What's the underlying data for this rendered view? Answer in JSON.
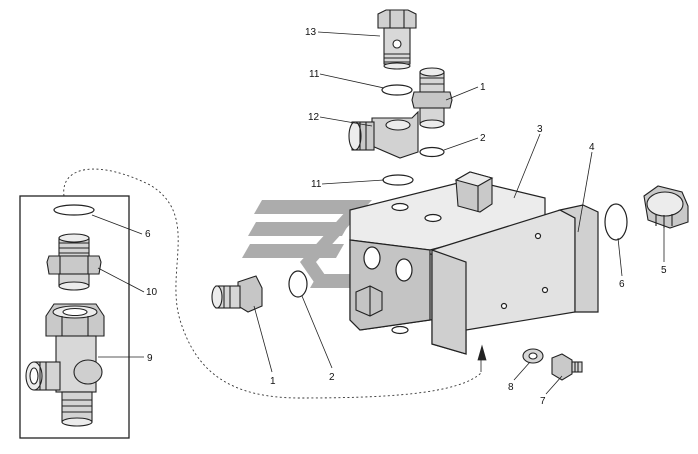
{
  "diagram": {
    "colors": {
      "line": "#1a1a1a",
      "metal_light": "#ececec",
      "metal_mid": "#c9c9c9",
      "metal_dark": "#8a8a8a",
      "watermark": "#9e9e9e"
    },
    "callouts": [
      {
        "id": "c13",
        "label": "13"
      },
      {
        "id": "c11a",
        "label": "11"
      },
      {
        "id": "c1a",
        "label": "1"
      },
      {
        "id": "c12",
        "label": "12"
      },
      {
        "id": "c2a",
        "label": "2"
      },
      {
        "id": "c3",
        "label": "3"
      },
      {
        "id": "c11b",
        "label": "11"
      },
      {
        "id": "c4",
        "label": "4"
      },
      {
        "id": "c6a",
        "label": "6"
      },
      {
        "id": "c10",
        "label": "10"
      },
      {
        "id": "c9",
        "label": "9"
      },
      {
        "id": "c1b",
        "label": "1"
      },
      {
        "id": "c2b",
        "label": "2"
      },
      {
        "id": "c6b",
        "label": "6"
      },
      {
        "id": "c5",
        "label": "5"
      },
      {
        "id": "c8",
        "label": "8"
      },
      {
        "id": "c7",
        "label": "7"
      }
    ]
  }
}
